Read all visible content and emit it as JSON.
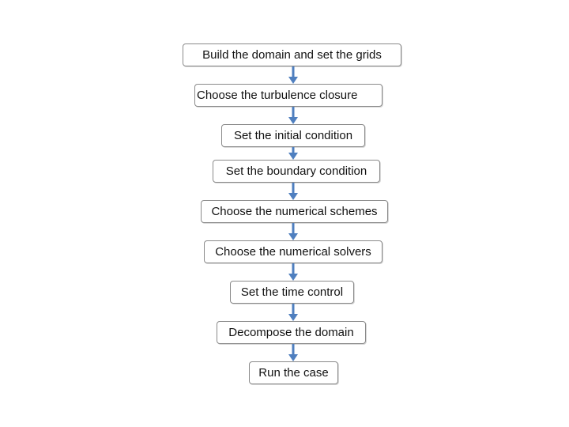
{
  "flowchart": {
    "steps": [
      {
        "label": "Build the domain and set the grids"
      },
      {
        "label": "Choose the turbulence closure"
      },
      {
        "label": "Set the initial condition"
      },
      {
        "label": "Set the boundary condition"
      },
      {
        "label": "Choose the numerical schemes"
      },
      {
        "label": "Choose the numerical solvers"
      },
      {
        "label": "Set the time control"
      },
      {
        "label": "Decompose the domain"
      },
      {
        "label": "Run the case"
      }
    ],
    "arrow_color": "#4f7fbf",
    "box_border_color": "#8a8a8a"
  }
}
